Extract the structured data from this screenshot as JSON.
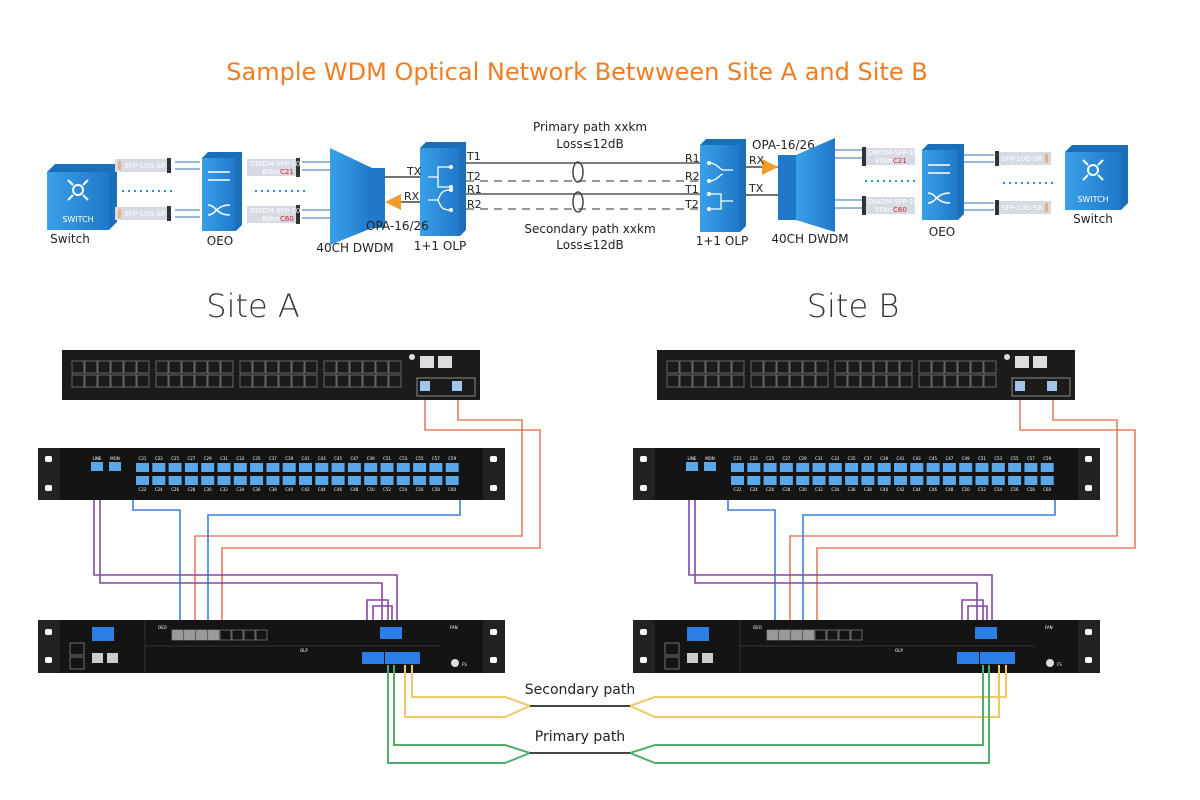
{
  "title": "Sample WDM Optical Network Betwween Site A and Site B",
  "topology": {
    "switch_label": "Switch",
    "switch_box_text": "SWITCH",
    "oeo_label": "OEO",
    "dwdm_label": "40CH DWDM",
    "olp_label": "1+1 OLP",
    "opa_label": "OPA-16/26",
    "sfp_sr": "SFP-10G-SR",
    "dwdm_sfp": "DWDM-SFP-10G",
    "dwdm_sfp_reach": "80km",
    "ch_first": "C21",
    "ch_last": "C60",
    "tx": "TX",
    "rx": "RX",
    "ports": {
      "t1": "T1",
      "t2": "T2",
      "r1": "R1",
      "r2": "R2"
    },
    "primary_path": "Primary path xxkm",
    "secondary_path": "Secondary path xxkm",
    "loss": "Loss≤12dB"
  },
  "sites": [
    {
      "label": "Site A"
    },
    {
      "label": "Site B"
    }
  ],
  "dwdm_panel": {
    "line_label": "LINE",
    "mon_label": "MON",
    "channels_top": [
      "C21",
      "C23",
      "C25",
      "C27",
      "C29",
      "C31",
      "C33",
      "C35",
      "C37",
      "C39",
      "C41",
      "C43",
      "C45",
      "C47",
      "C49",
      "C51",
      "C53",
      "C55",
      "C57",
      "C59"
    ],
    "channels_bottom": [
      "C22",
      "C24",
      "C26",
      "C28",
      "C30",
      "C32",
      "C34",
      "C36",
      "C38",
      "C40",
      "C42",
      "C44",
      "C46",
      "C48",
      "C50",
      "C52",
      "C54",
      "C56",
      "C58",
      "C60"
    ]
  },
  "olp_chassis": {
    "oeo": "OEO",
    "olp": "OLP",
    "fan": "FAN",
    "brand": "FS"
  },
  "fiber_paths": {
    "secondary": "Secondary path",
    "primary": "Primary path"
  },
  "colors": {
    "title": "#f07d22",
    "device_blue": "#2f8fd8",
    "opa_orange": "#f39a2c",
    "cable_orange": "#e0805f",
    "cable_blue": "#3f7fdc",
    "cable_purple": "#8447a8",
    "cable_yellow": "#f2c766",
    "cable_green": "#4fae6e"
  }
}
